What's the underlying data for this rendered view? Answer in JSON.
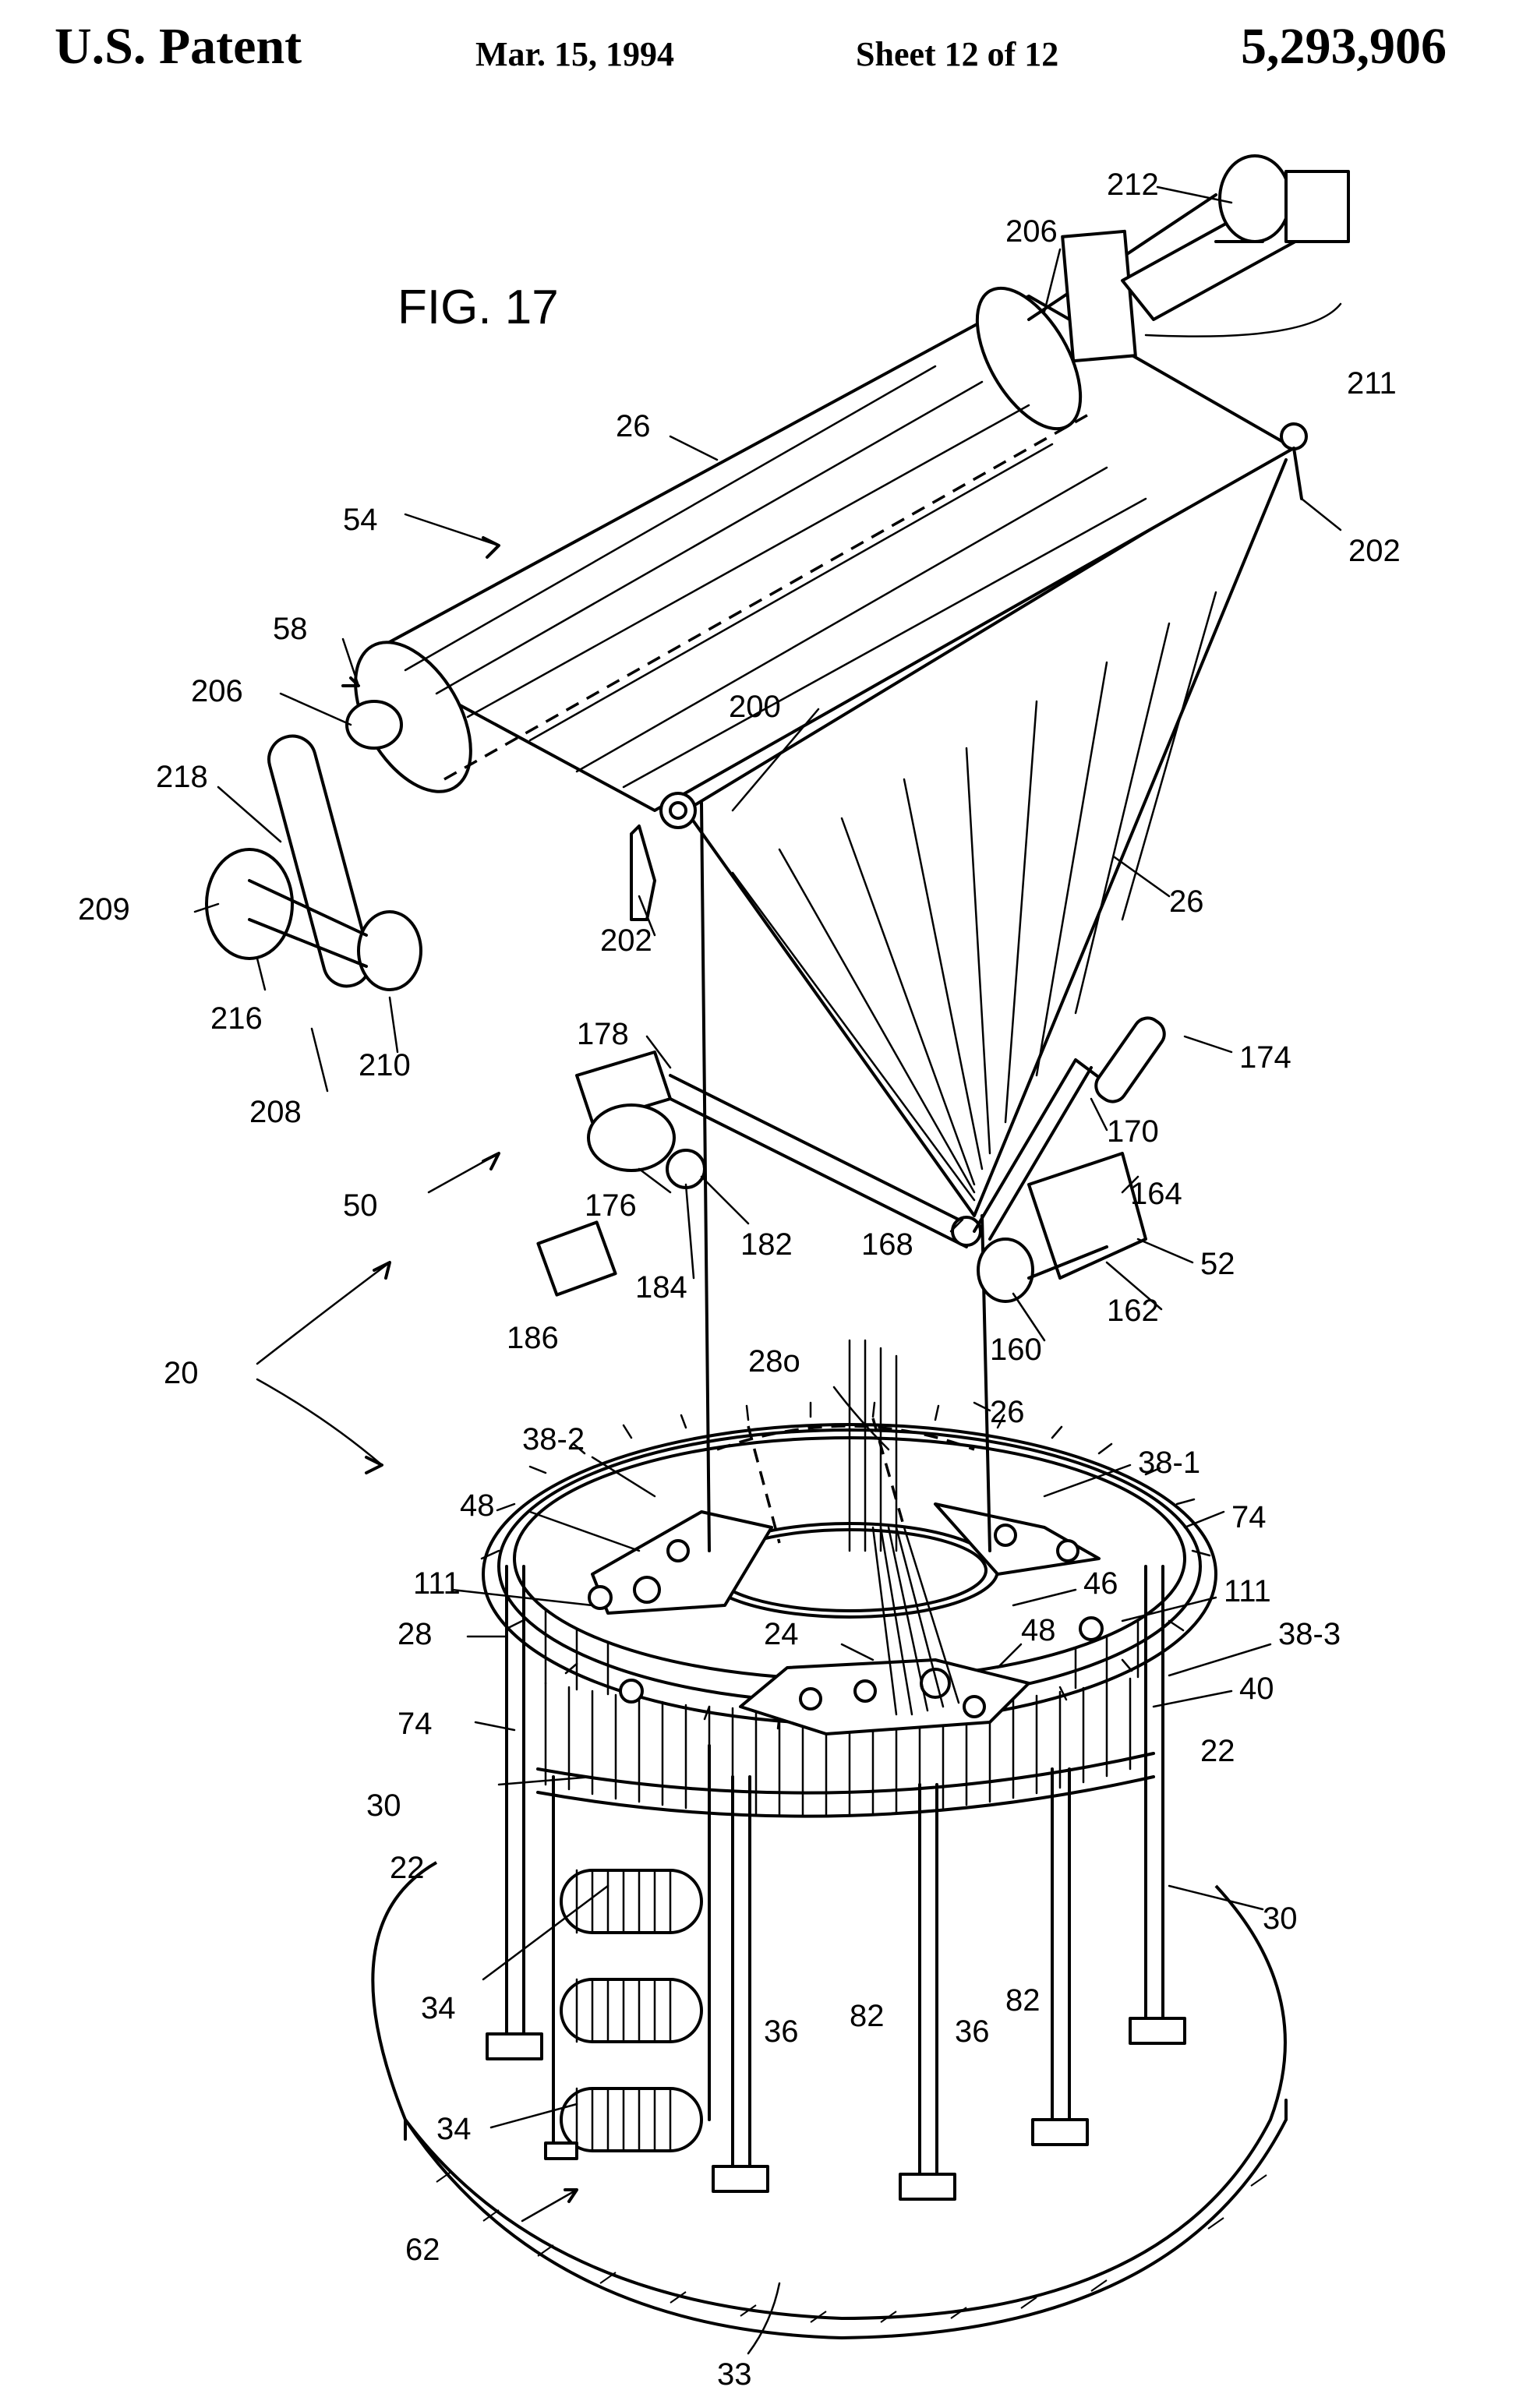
{
  "header": {
    "title": "U.S. Patent",
    "date": "Mar. 15, 1994",
    "sheet": "Sheet 12 of 12",
    "patent_number": "5,293,906"
  },
  "figure": {
    "title": "FIG. 17",
    "labels": {
      "l212": "212",
      "l206a": "206",
      "l211": "211",
      "l26a": "26",
      "l54": "54",
      "l202a": "202",
      "l58": "58",
      "l206b": "206",
      "l200": "200",
      "l218": "218",
      "l209": "209",
      "l202b": "202",
      "l26b": "26",
      "l216": "216",
      "l210": "210",
      "l208": "208",
      "l178": "178",
      "l174": "174",
      "l170": "170",
      "l50": "50",
      "l176": "176",
      "l164": "164",
      "l52": "52",
      "l182": "182",
      "l168": "168",
      "l184": "184",
      "l162": "162",
      "l186": "186",
      "l160": "160",
      "l20": "20",
      "l28o": "28o",
      "l26c": "26",
      "l38_2": "38-2",
      "l38_1": "38-1",
      "l48a": "48",
      "l74a": "74",
      "l111a": "111",
      "l46": "46",
      "l111b": "111",
      "l28": "28",
      "l24": "24",
      "l48b": "48",
      "l38_3": "38-3",
      "l40": "40",
      "l74b": "74",
      "l22a": "22",
      "l30a": "30",
      "l22b": "22",
      "l30b": "30",
      "l34a": "34",
      "l36a": "36",
      "l82a": "82",
      "l36b": "36",
      "l82b": "82",
      "l34b": "34",
      "l62": "62",
      "l33": "33"
    }
  }
}
